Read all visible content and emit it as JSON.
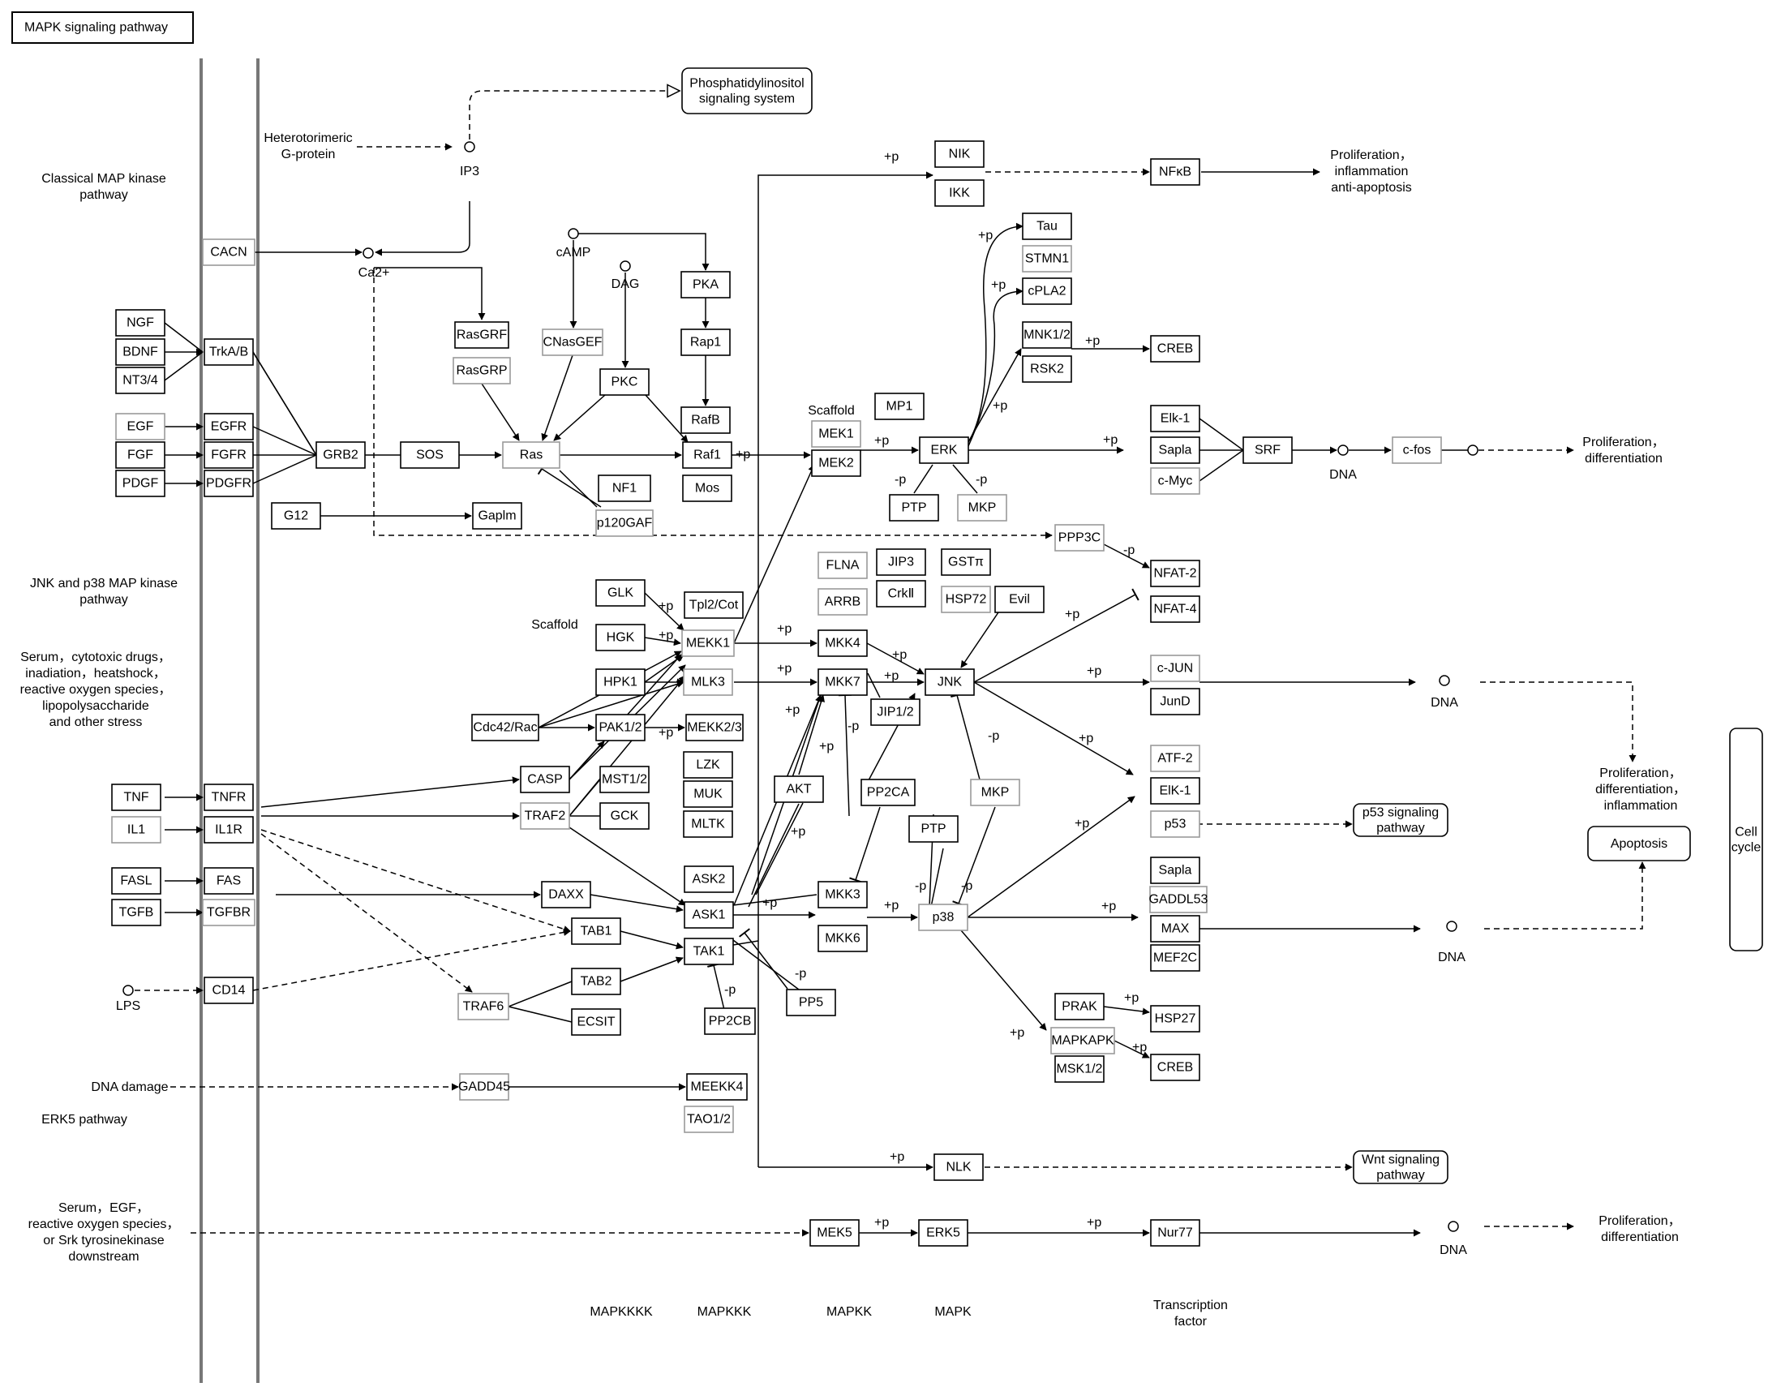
{
  "title": "MAPK signaling pathway",
  "sections": {
    "classical": "Classical MAP kinase\npathway",
    "jnk": "JNK and p38 MAP kinase\npathway",
    "stress": "Serum，cytotoxic drugs，\ninadiation，heatshock，\nreactive oxygen species，\nlipopolysaccharide\nand other stress",
    "dna_damage": "DNA damage",
    "erk5": "ERK5 pathway",
    "erk5_inputs": "Serum，EGF，\nreactive oxygen species，\nor Srk tyrosinekinase\ndownstream",
    "hetero": "Heterotorimeric\nG-protein"
  },
  "columns": [
    "MAPKKKK",
    "MAPKKK",
    "MAPKK",
    "MAPK",
    "Transcription\nfactor"
  ],
  "pathways": {
    "pi": "Phosphatidylinositol\nsignaling system",
    "p53": "p53 signaling\npathway",
    "wnt": "Wnt signaling\npathway",
    "apoptosis": "Apoptosis",
    "cell_cycle": "Cell\ncycle"
  },
  "outcomes": {
    "o1": "Proliferation，\ninflammation\nanti-apoptosis",
    "o2": "Proliferation，\ndifferentiation",
    "o3": "Proliferation，\ndifferentiation，\ninflammation",
    "o4": "Proliferation，\ndifferentiation"
  },
  "compounds": {
    "ip3": "IP3",
    "ca": "Ca2+",
    "camp": "cAMP",
    "dag": "DAG",
    "lps": "LPS",
    "dna1": "DNA",
    "dna2": "DNA",
    "dna3": "DNA",
    "dna4": "DNA"
  },
  "scaffold_labels": [
    "Scaffold",
    "Scaffold"
  ],
  "edge_labels": [
    "+p",
    "-p"
  ],
  "genes": {
    "CACN": "CACN",
    "NGF": "NGF",
    "BDNF": "BDNF",
    "NT34": "NT3/4",
    "TRKAB": "TrkA/B",
    "EGF": "EGF",
    "EGFR": "EGFR",
    "FGF": "FGF",
    "FGFR": "FGFR",
    "PDGF": "PDGF",
    "PDGFR": "PDGFR",
    "GRB2": "GRB2",
    "SOS": "SOS",
    "RAS": "Ras",
    "G12": "G12",
    "GAPLM": "Gaplm",
    "RASGRF": "RasGRF",
    "RASGRP": "RasGRP",
    "CNASGEF": "CNasGEF",
    "PKC": "PKC",
    "PKA": "PKA",
    "RAP1": "Rap1",
    "RAFB": "RafB",
    "RAF1": "Raf1",
    "MOS": "Mos",
    "NF1": "NF1",
    "P120GAF": "p120GAF",
    "NIK": "NIK",
    "IKK": "IKK",
    "NFKB": "NFκB",
    "TAU": "Tau",
    "STMN1": "STMN1",
    "CPLA2": "cPLA2",
    "MNK12": "MNK1/2",
    "RSK2": "RSK2",
    "CREB1": "CREB",
    "MP1": "MP1",
    "MEK1": "MEK1",
    "MEK2": "MEK2",
    "ERK": "ERK",
    "PTP1": "PTP",
    "MKP1": "MKP",
    "ELK1": "Elk-1",
    "SAPLA1": "Sapla",
    "CMYC": "c-Myc",
    "SRF": "SRF",
    "CFOS": "c-fos",
    "PPP3C": "PPP3C",
    "NFAT2": "NFAT-2",
    "NFAT4": "NFAT-4",
    "FLNA": "FLNA",
    "JIP3": "JIP3",
    "GSTP": "GSTπ",
    "ARRB": "ARRB",
    "CRKII": "CrkⅡ",
    "HSP72": "HSP72",
    "EVIL": "Evil",
    "GLK": "GLK",
    "TPL2": "Tpl2/Cot",
    "HGK": "HGK",
    "MEKK1": "MEKK1",
    "HPK1": "HPK1",
    "MLK3": "MLK3",
    "CDC42": "Cdc42/Rac",
    "PAK12": "PAK1/2",
    "MEKK23": "MEKK2/3",
    "MKK4": "MKK4",
    "MKK7": "MKK7",
    "JNK": "JNK",
    "JIP12": "JIP1/2",
    "CJUN": "c-JUN",
    "JUND": "JunD",
    "ATF2": "ATF-2",
    "ELK1B": "ElK-1",
    "P53": "p53",
    "LZK": "LZK",
    "MUK": "MUK",
    "MLTK": "MLTK",
    "CASP": "CASP",
    "MST12": "MST1/2",
    "TRAF2": "TRAF2",
    "GCK": "GCK",
    "AKT": "AKT",
    "PP2CA": "PP2CA",
    "MKP2": "MKP",
    "PTP2": "PTP",
    "TNF": "TNF",
    "TNFR": "TNFR",
    "IL1": "IL1",
    "IL1R": "IL1R",
    "FASL": "FASL",
    "FAS": "FAS",
    "TGFB": "TGFB",
    "TGFBR": "TGFBR",
    "DAXX": "DAXX",
    "ASK2": "ASK2",
    "ASK1": "ASK1",
    "MKK3": "MKK3",
    "MKK6": "MKK6",
    "P38": "p38",
    "SAPLA2": "Sapla",
    "GADDL53": "GADDL53",
    "MAX": "MAX",
    "MEF2C": "MEF2C",
    "TAB1": "TAB1",
    "TAK1": "TAK1",
    "TAB2": "TAB2",
    "ECSIT": "ECSIT",
    "TRAF6": "TRAF6",
    "PP5": "PP5",
    "PP2CB": "PP2CB",
    "CD14": "CD14",
    "PRAK": "PRAK",
    "HSP27": "HSP27",
    "MAPKAPK": "MAPKAPK",
    "MSK12": "MSK1/2",
    "CREB2": "CREB",
    "GADD45": "GADD45",
    "MEEKK4": "MEEKK4",
    "TAO12": "TAO1/2",
    "NLK": "NLK",
    "MEK5": "MEK5",
    "ERK5": "ERK5",
    "NUR77": "Nur77"
  }
}
